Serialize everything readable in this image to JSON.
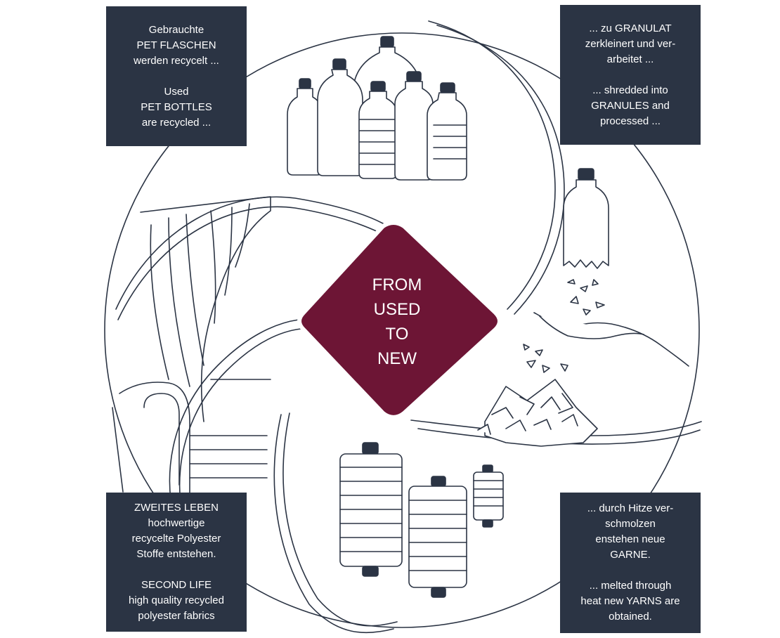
{
  "center": {
    "label": "FROM\nUSED\nTO\nNEW"
  },
  "steps": {
    "bottles": {
      "de": "Gebrauchte\nPET FLASCHEN\nwerden recycelt ...",
      "en": "Used\nPET BOTTLES\nare recycled ..."
    },
    "granules": {
      "de": "... zu GRANULAT\nzerkleinert und ver-\narbeitet ...",
      "en": "... shredded into\nGRANULES and\nprocessed ..."
    },
    "yarns": {
      "de": "... durch Hitze ver-\nschmolzen\nenstehen neue\nGARNE.",
      "en": "... melted through\nheat new YARNS are\nobtained."
    },
    "fabrics": {
      "de": "ZWEITES LEBEN\nhochwertige\nrecycelte Polyester\nStoffe entstehen.",
      "en": "SECOND LIFE\nhigh quality recycled\npolyester fabrics"
    }
  },
  "colors": {
    "box_background": "#2b3444",
    "center_fill": "#6d1535",
    "line": "#2b3444"
  }
}
